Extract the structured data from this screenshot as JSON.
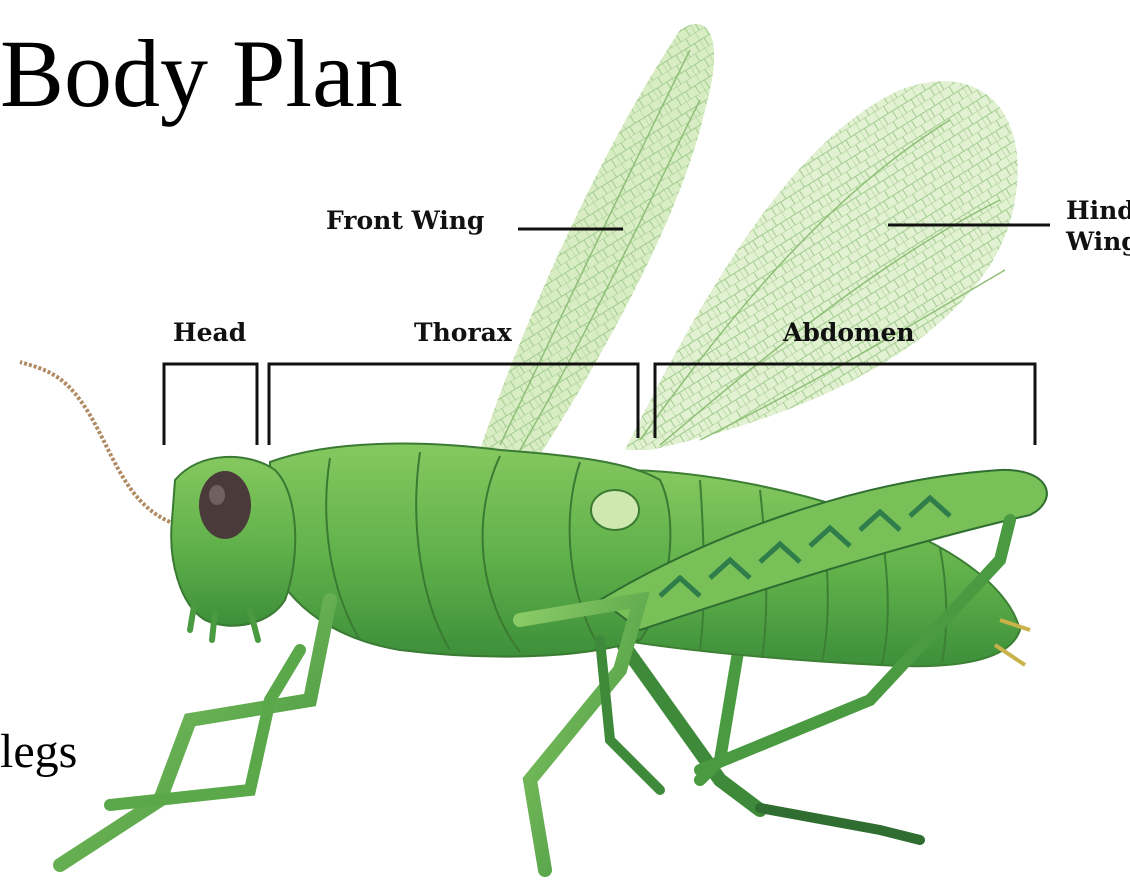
{
  "slide": {
    "title": "Body Plan",
    "left_text": "legs"
  },
  "diagram": {
    "subject": "grasshopper",
    "labels": {
      "head": "Head",
      "thorax": "Thorax",
      "abdomen": "Abdomen",
      "front_wing": "Front Wing",
      "hind_wing_line1": "Hind",
      "hind_wing_line2": "Wing"
    }
  },
  "colors": {
    "body": "#5fb04a",
    "body_dark": "#2f7d2f",
    "body_light": "#a6d87c",
    "wing": "#d6ecc0",
    "wing_vein": "#9cc889",
    "antenna": "#b08a62",
    "eye": "#4a3a3a",
    "bracket": "#111111"
  }
}
